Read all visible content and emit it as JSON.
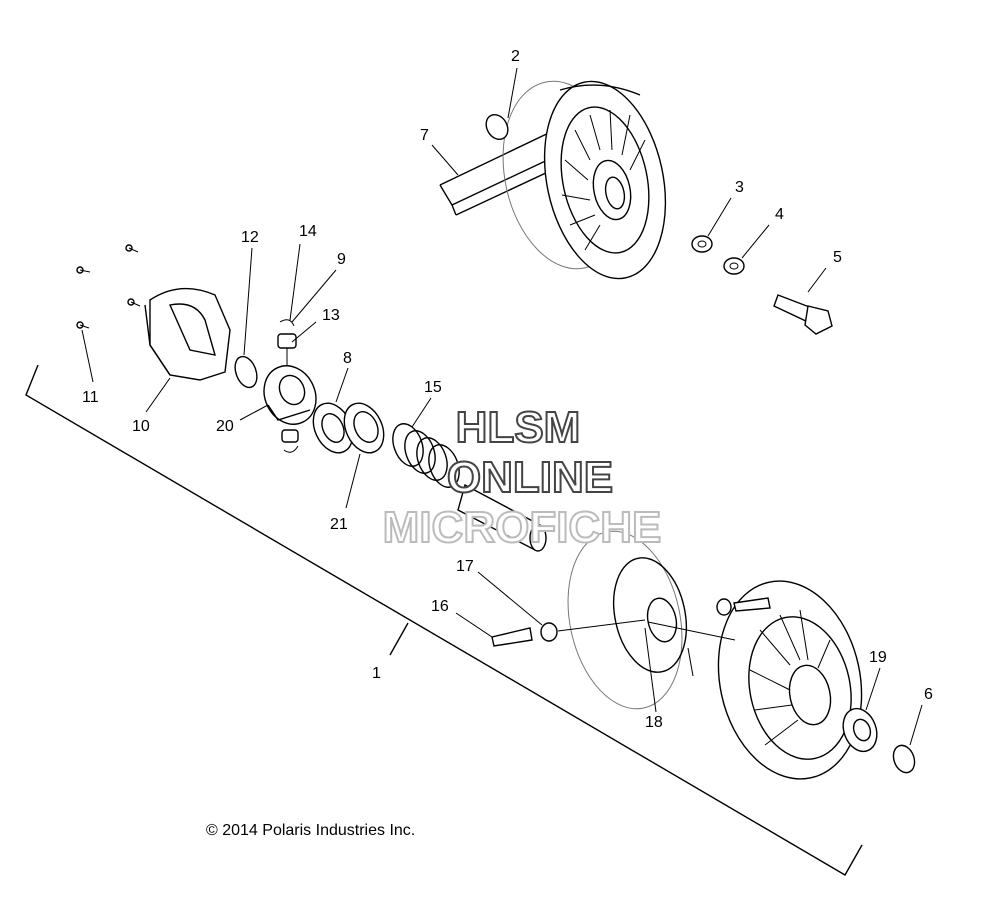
{
  "callouts": [
    "1",
    "2",
    "3",
    "4",
    "5",
    "6",
    "7",
    "8",
    "9",
    "10",
    "11",
    "12",
    "13",
    "14",
    "15",
    "16",
    "17",
    "18",
    "19",
    "20",
    "21"
  ],
  "watermark": {
    "line1": "HLSM",
    "line2": "ONLINE",
    "line3": "MICROFICHE"
  },
  "copyright": "© 2014 Polaris Industries Inc.",
  "colors": {
    "ink": "#000000",
    "background": "#ffffff",
    "watermark_dark": "#444444",
    "watermark_light": "#bbbbbb"
  }
}
